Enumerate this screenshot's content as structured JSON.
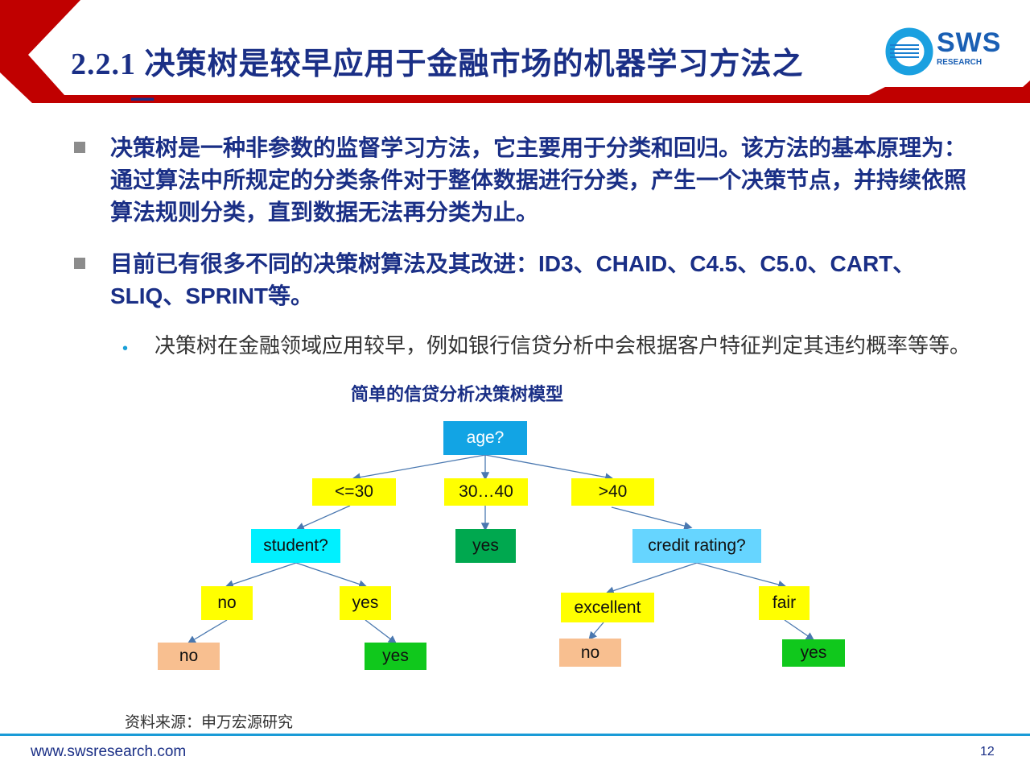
{
  "header": {
    "title_line1": "2.2.1 决策树是较早应用于金融市场的机器学习方法之",
    "title_line2": "一"
  },
  "logo": {
    "name": "SWS",
    "sub": "RESEARCH"
  },
  "bullets": [
    {
      "text": "决策树是一种非参数的监督学习方法，它主要用于分类和回归。该方法的基本原理为：通过算法中所规定的分类条件对于整体数据进行分类，产生一个决策节点，并持续依照算法规则分类，直到数据无法再分类为止。"
    },
    {
      "text": "目前已有很多不同的决策树算法及其改进：ID3、CHAID、C4.5、C5.0、CART、SLIQ、SPRINT等。"
    }
  ],
  "sub_bullet": "决策树在金融领域应用较早，例如银行信贷分析中会根据客户特征判定其违约概率等等。",
  "diagram": {
    "title": "简单的信贷分析决策树模型",
    "nodes": {
      "root": "age?",
      "le30": "<=30",
      "mid": "30…40",
      "gt40": ">40",
      "student": "student?",
      "mid_yes": "yes",
      "credit": "credit rating?",
      "s_no": "no",
      "s_yes": "yes",
      "excellent": "excellent",
      "fair": "fair",
      "leaf_no1": "no",
      "leaf_yes1": "yes",
      "leaf_no2": "no",
      "leaf_yes2": "yes"
    }
  },
  "source": "资料来源：申万宏源研究",
  "footer": {
    "url": "www.swsresearch.com",
    "page": "12"
  }
}
